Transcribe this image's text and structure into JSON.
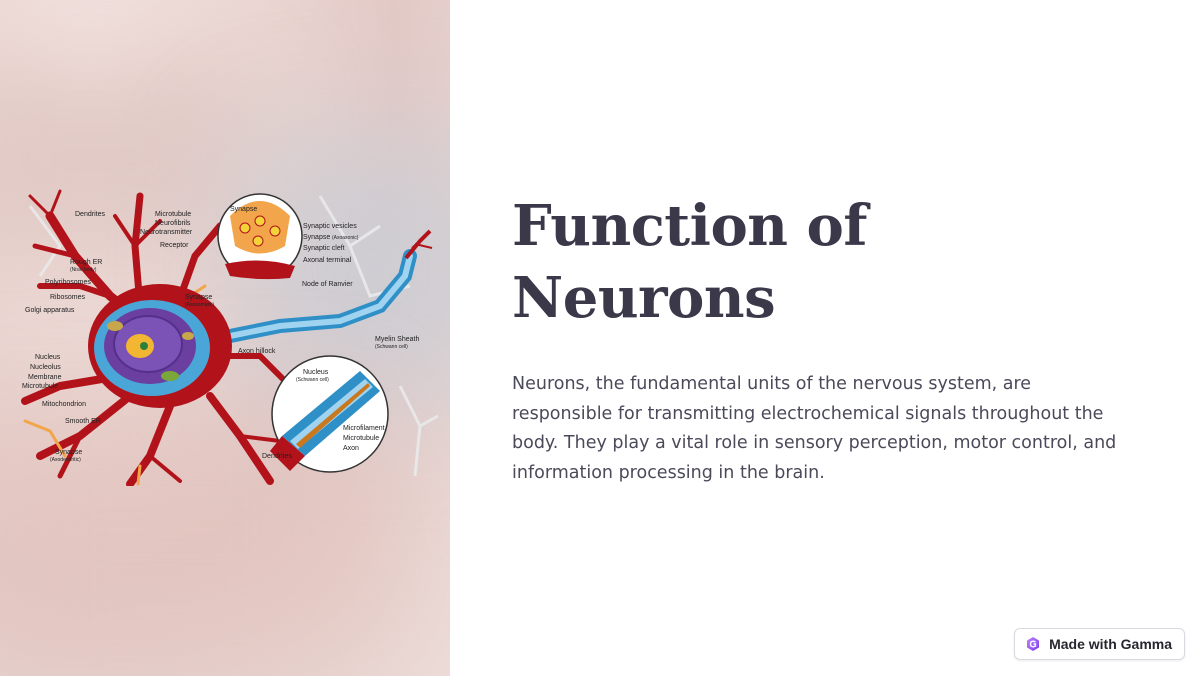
{
  "slide": {
    "title_line1": "Function of",
    "title_line2": "Neurons",
    "body": "Neurons, the fundamental units of the nervous system, are responsible for transmitting electrochemical signals throughout the body. They play a vital role in sensory perception, motor control, and information processing in the brain."
  },
  "badge": {
    "label": "Made with Gamma",
    "icon": "gamma-logo-icon",
    "accent": "#8b5cf6"
  },
  "diagram": {
    "labels": {
      "dendrites_top": "Dendrites",
      "microtubule_top": "Microtubule",
      "neurofibrils": "Neurofibrils",
      "neurotransmitter": "Neurotransmitter",
      "receptor": "Receptor",
      "synapse_top": "Synapse",
      "synaptic_vesicles": "Synaptic vesicles",
      "synapse_axoaxonic": "Synapse",
      "axoaxonic": "(Axoaxonic)",
      "synaptic_cleft": "Synaptic cleft",
      "axonal_terminal": "Axonal terminal",
      "rough_er": "Rough ER",
      "nissl_body": "(Nissl body)",
      "polyribosomes": "Polyribosomes",
      "ribosomes": "Ribosomes",
      "golgi": "Golgi apparatus",
      "synapse_axosomatic": "Synapse",
      "axosomatic": "(Axosomatic)",
      "node_ranvier": "Node of Ranvier",
      "myelin_sheath": "Myelin Sheath",
      "schwann_cell": "(Schwann cell)",
      "axon_hillock": "Axon hillock",
      "nucleus_left": "Nucleus",
      "nucleolus": "Nucleolus",
      "membrane": "Membrane",
      "microtubule_left": "Microtubule",
      "nucleus_schwann": "Nucleus",
      "schwann_cell_small": "(Schwann cell)",
      "mitochondrion": "Mitochondrion",
      "smooth_er": "Smooth ER",
      "microfilament": "Microfilament",
      "microtubule_inset": "Microtubule",
      "axon": "Axon",
      "synapse_axodendritic": "Synapse",
      "axodendritic": "(Axodendritic)",
      "dendrites_bottom": "Dendrites"
    }
  }
}
